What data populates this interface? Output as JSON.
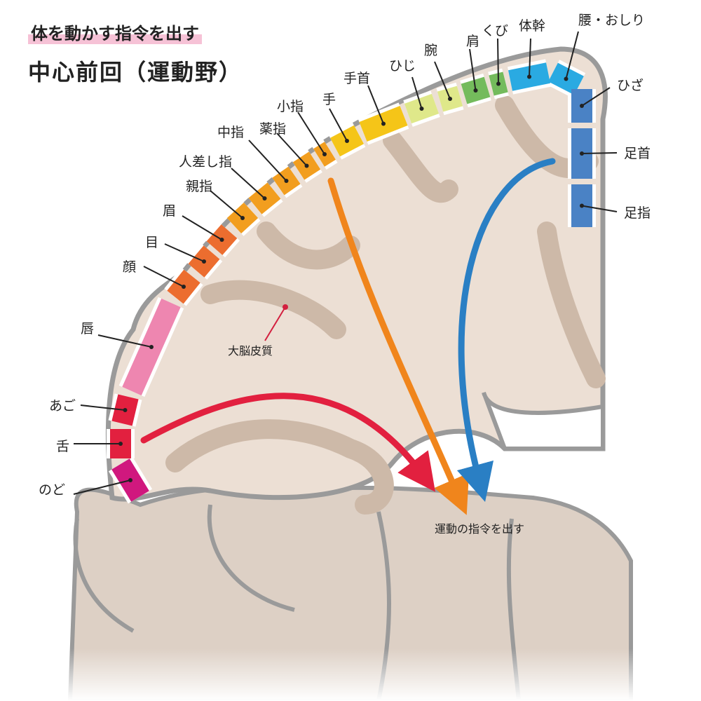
{
  "title": {
    "subtitle": "体を動かす指令を出す",
    "main": "中心前回（運動野）"
  },
  "cortex_label": "大脳皮質",
  "command_label": "運動の指令を出す",
  "segments": [
    {
      "id": "throat",
      "label": "のど",
      "color": "#d0187e"
    },
    {
      "id": "tongue",
      "label": "舌",
      "color": "#e2203f"
    },
    {
      "id": "jaw",
      "label": "あご",
      "color": "#e2203f"
    },
    {
      "id": "lips",
      "label": "唇",
      "color": "#ee86b0"
    },
    {
      "id": "face",
      "label": "顔",
      "color": "#ec6d2f"
    },
    {
      "id": "eye",
      "label": "目",
      "color": "#ec6d2f"
    },
    {
      "id": "brow",
      "label": "眉",
      "color": "#ec6d2f"
    },
    {
      "id": "thumb",
      "label": "親指",
      "color": "#f29e1f"
    },
    {
      "id": "index",
      "label": "人差し指",
      "color": "#f29e1f"
    },
    {
      "id": "middle",
      "label": "中指",
      "color": "#f29e1f"
    },
    {
      "id": "ring",
      "label": "薬指",
      "color": "#f29e1f"
    },
    {
      "id": "little",
      "label": "小指",
      "color": "#f29e1f"
    },
    {
      "id": "hand",
      "label": "手",
      "color": "#f5c518"
    },
    {
      "id": "wrist",
      "label": "手首",
      "color": "#f5c518"
    },
    {
      "id": "elbow",
      "label": "ひじ",
      "color": "#dfe88a"
    },
    {
      "id": "arm",
      "label": "腕",
      "color": "#dfe88a"
    },
    {
      "id": "shoulder",
      "label": "肩",
      "color": "#74bb5c"
    },
    {
      "id": "neck",
      "label": "くび",
      "color": "#74bb5c"
    },
    {
      "id": "trunk",
      "label": "体幹",
      "color": "#2aaae2"
    },
    {
      "id": "hips",
      "label": "腰・おしり",
      "color": "#2aaae2"
    },
    {
      "id": "knee",
      "label": "ひざ",
      "color": "#4a82c5"
    },
    {
      "id": "ankle",
      "label": "足首",
      "color": "#4a82c5"
    },
    {
      "id": "toes",
      "label": "足指",
      "color": "#4a82c5"
    }
  ],
  "colors": {
    "brain_fill": "#ecdfd4",
    "sulcus": "#cdb9a8",
    "outline": "#9a9a9a",
    "arrow_red": "#e2203f",
    "arrow_orange": "#f0851c",
    "arrow_blue": "#2a7fc4",
    "dot": "#d3203f"
  }
}
